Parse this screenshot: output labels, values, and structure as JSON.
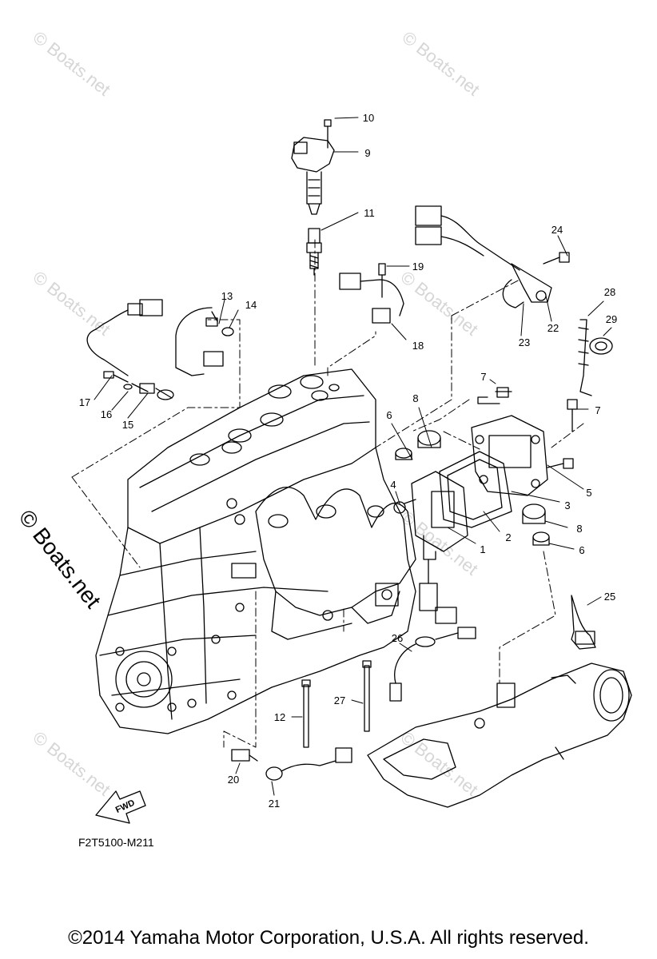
{
  "diagram": {
    "part_labels": [
      "1",
      "2",
      "3",
      "4",
      "5",
      "6",
      "6",
      "7",
      "7",
      "8",
      "8",
      "9",
      "10",
      "11",
      "12",
      "13",
      "14",
      "15",
      "16",
      "17",
      "18",
      "19",
      "20",
      "21",
      "22",
      "23",
      "24",
      "25",
      "26",
      "27",
      "28",
      "29"
    ],
    "fwd_badge": "FWD",
    "reference_code": "F2T5100-M211",
    "watermark": "© Boats.net",
    "watermark_small": "© Boats.net"
  },
  "footer": {
    "copyright": "©2014 Yamaha Motor Corporation, U.S.A. All rights reserved."
  }
}
